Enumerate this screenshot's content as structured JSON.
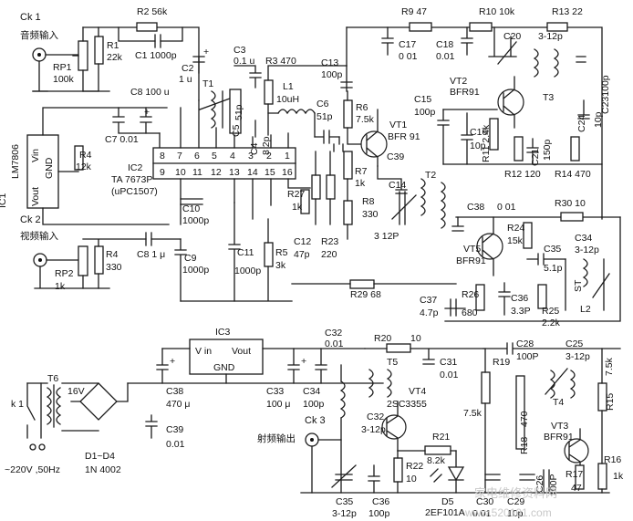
{
  "labels": {
    "ck1": "Ck 1",
    "ck1_desc": "音频输入",
    "rp1": "RP1",
    "rp1_val": "100k",
    "r1": "R1",
    "r1_val": "22k",
    "r2": "R2  56k",
    "c1": "C1  1000p",
    "c2": "C2",
    "c2_val": "1 u",
    "c3": "C3",
    "c3_val": "0.1 u",
    "r3": "R3  470",
    "c8": "C8  100 u",
    "c7": "C7  0.01",
    "t1": "T1",
    "c5": "C5",
    "c5_val": "51p",
    "c48": "C4",
    "c48_val": "8 2p",
    "l1": "L1",
    "l1_val": "10uH",
    "c6": "C6",
    "c6_val": "51p",
    "ic1_a": "IC1",
    "ic1_b": "LM7806",
    "ic1_vin": "Vin",
    "ic1_gnd": "GND",
    "ic1_vout": "Vout",
    "r4top": "R4",
    "r4top_val": "12k",
    "ic2": "IC2",
    "ic2_part": "TA 7673P",
    "ic2_alt": "(uPC1507)",
    "pins_top": [
      "8",
      "7",
      "6",
      "5",
      "4",
      "3",
      "2",
      "1"
    ],
    "pins_bot": [
      "9",
      "10",
      "11",
      "12",
      "13",
      "14",
      "15",
      "16"
    ],
    "c10": "C10",
    "c10_val": "1000p",
    "ck2": "Ck 2",
    "ck2_desc": "视频输入",
    "rp2": "RP2",
    "rp2_val": "1k",
    "r4b": "R4",
    "r4b_val": "330",
    "c8b": "C8  1 μ",
    "c9": "C9",
    "c9_val": "1000p",
    "c11": "C11",
    "c11_val": "1000p",
    "r5": "R5",
    "r5_val": "3k",
    "r27": "R27",
    "r27_val": "1k",
    "c12": "C12",
    "c12_val": "47p",
    "r23": "R23",
    "r23_val": "220",
    "r9": "R9  47",
    "r10": "R10  10k",
    "r13": "R13  22",
    "c13": "C13",
    "c13_val": "100p",
    "c17": "C17",
    "c17_val": "0 01",
    "c18": "C18",
    "c18_val": "0.01",
    "c20": "C20",
    "c20_val": "3-12p",
    "vt2": "VT2",
    "vt2_type": "BFR91",
    "t3": "T3",
    "c23": "C23100p",
    "r6": "R6",
    "r6_val": "7.5k",
    "vt1": "VT1",
    "vt1_type": "BFR 91",
    "c15": "C15",
    "c15_val": "100p",
    "c16": "C16",
    "c16_val": "10p",
    "r11": "R11  2.4k",
    "c21": "C21",
    "c21_val": "150p",
    "c24": "C24",
    "c24_val": "10p",
    "r12": "R12  120",
    "r14": "R14  470",
    "r7": "R7",
    "r7_val": "1k",
    "c39a": "C39",
    "c14": "C14",
    "t2": "T2",
    "r8": "R8",
    "r8_val": "330",
    "c14_val": "3 12P",
    "c38a": "C38",
    "c38a_val": "0 01",
    "r30": "R30  10",
    "r24": "R24",
    "r24_val": "15k",
    "vt5": "VT5",
    "vt5_type": "BFR91",
    "c35top": "C35",
    "c34top": "C34",
    "c34top_val": "3-12p",
    "c35top_val": "5.1p",
    "st": "ST",
    "r29": "R29  68",
    "c37": "C37",
    "c37_val": "4.7p",
    "r26": "R26",
    "r26_val": "680",
    "c36top": "C36",
    "c36top_val": "3.3P",
    "r25": "R25",
    "r25_val": "2.2k",
    "l2": "L2",
    "ic3": "IC3",
    "ic3_vin": "V in",
    "ic3_vout": "Vout",
    "ic3_gnd": "GND",
    "c32top": "C32",
    "c32top_val": "0.01",
    "r20": "R20",
    "r20_val": "10",
    "c28": "C28",
    "c28_val": "100P",
    "c25": "C25",
    "c25_val": "3-12p",
    "c31": "C31",
    "c31_val": "0.01",
    "r19": "R19",
    "r15_val": "7.5k",
    "r15": "R15",
    "t6": "T6",
    "k1": "k 1",
    "v16": "16V",
    "c38b": "C38",
    "c38b_val": "470 μ",
    "c39b": "C39",
    "c39b_val": "0.01",
    "c33": "C33",
    "c33_val": "100 μ",
    "c34b": "C34",
    "c34b_val": "100p",
    "t5": "T5",
    "vt4": "VT4",
    "vt4_type": "2SC3355",
    "t4": "T4",
    "r19_val": "7.5k",
    "r18": "R18",
    "r18_val": "470",
    "vt3": "VT3",
    "vt3_type": "BFR91",
    "ck3": "Ck 3",
    "ck3_desc": "射频输出",
    "c32b": "C32",
    "c32b_val": "3-12p",
    "r21": "R21",
    "r21_val": "8.2k",
    "r22": "R22",
    "r22_val": "10",
    "d1d4": "D1~D4",
    "d1d4_type": "1N 4002",
    "mains": "~220V ,50Hz",
    "c35b": "C35",
    "c35b_val": "3-12p",
    "c36b": "C36",
    "c36b_val": "100p",
    "d5": "D5",
    "d5_type": "2EF101A",
    "c30": "C30",
    "c30_val": "0.01",
    "c29": "C29",
    "c29_val": "10p",
    "c26": "C26",
    "c26_val": "100P",
    "r17": "R17",
    "r17_val": "47",
    "r16": "R16",
    "r16_val": "1k",
    "watermark": "家电维修资料网",
    "watermark_url": "www.520101.com"
  }
}
